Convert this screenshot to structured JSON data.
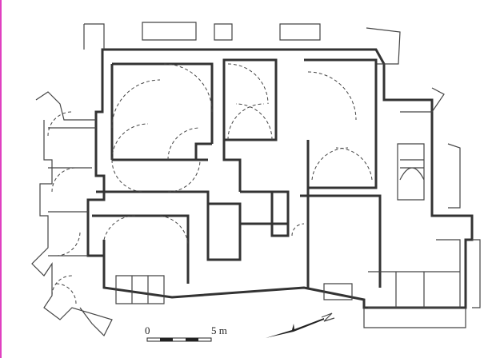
{
  "scale_bar": {
    "start_label": "0",
    "end_label": "5 m"
  },
  "north_arrow": {
    "label": "N"
  },
  "colors": {
    "ink": "#333333",
    "edge": "#e040c0"
  }
}
